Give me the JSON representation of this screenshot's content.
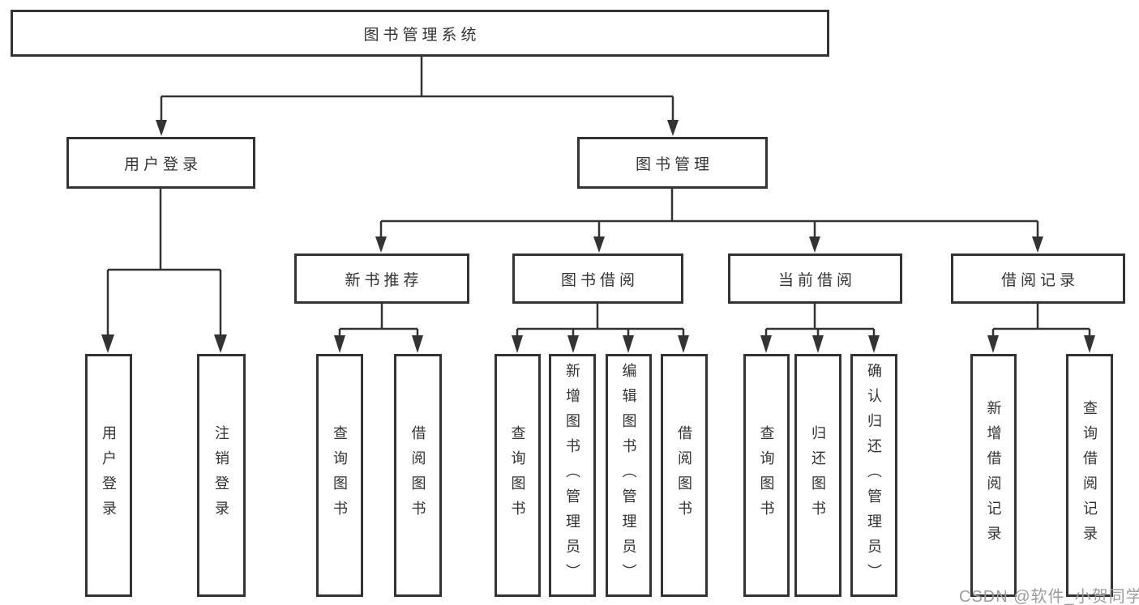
{
  "tree": {
    "root": {
      "label": "图书管理系统",
      "children": [
        {
          "label": "用户登录",
          "children": [
            {
              "label": "用户登录"
            },
            {
              "label": "注销登录"
            }
          ]
        },
        {
          "label": "图书管理",
          "children": [
            {
              "label": "新书推荐",
              "children": [
                {
                  "label": "查询图书"
                },
                {
                  "label": "借阅图书"
                }
              ]
            },
            {
              "label": "图书借阅",
              "children": [
                {
                  "label": "查询图书"
                },
                {
                  "label": "新增图书（管理员）"
                },
                {
                  "label": "编辑图书（管理员）"
                },
                {
                  "label": "借阅图书"
                }
              ]
            },
            {
              "label": "当前借阅",
              "children": [
                {
                  "label": "查询图书"
                },
                {
                  "label": "归还图书"
                },
                {
                  "label": "确认归还（管理员）"
                }
              ]
            },
            {
              "label": "借阅记录",
              "children": [
                {
                  "label": "新增借阅记录"
                },
                {
                  "label": "查询借阅记录"
                }
              ]
            }
          ]
        }
      ]
    }
  },
  "watermark": "CSDN @软件_小贺同学",
  "colors": {
    "line": "#333333",
    "text": "#333333",
    "watermark": "#9c9ca0",
    "background": "#ffffff"
  }
}
